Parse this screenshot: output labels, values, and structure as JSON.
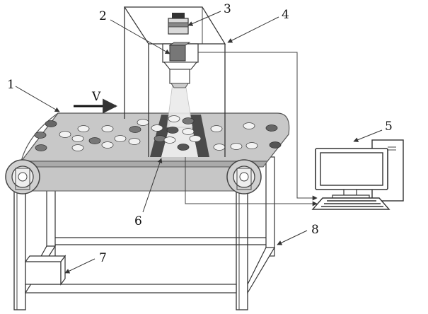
{
  "diagram": {
    "labels": {
      "belt": "1",
      "lens": "2",
      "camera": "3",
      "enclosure": "4",
      "computer": "5",
      "inspection_zone": "6",
      "motor": "7",
      "frame": "8"
    },
    "direction_label": "V",
    "colors": {
      "belt": "#c8c8c8",
      "belt_shadow": "#a9a9a9",
      "dark_particle": "#6a6a6a",
      "light_particle": "#f2f2f2",
      "stripe": "#4a4a4a",
      "line": "#333333"
    }
  }
}
